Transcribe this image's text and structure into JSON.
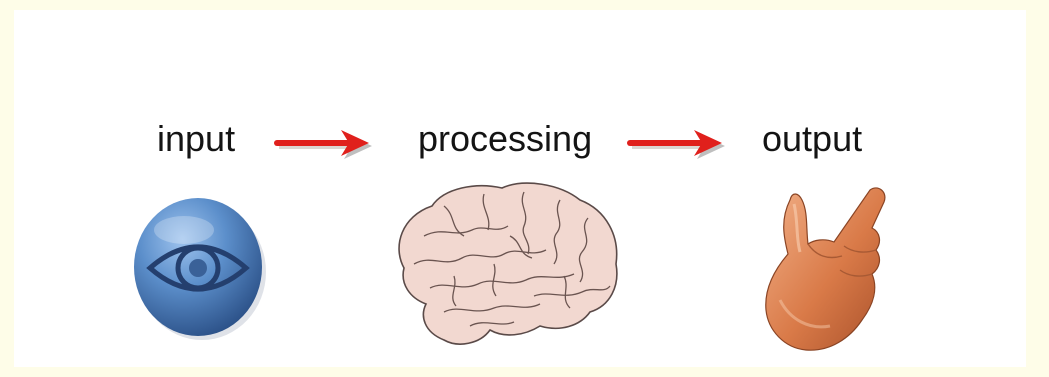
{
  "stages": {
    "input": "input",
    "processing": "processing",
    "output": "output"
  },
  "icons": {
    "input": "eye-icon",
    "processing": "brain-icon",
    "output": "pointing-hand-icon",
    "connector": "arrow-right-icon"
  },
  "colors": {
    "page_background": "#fefde8",
    "panel_background": "#ffffff",
    "arrow": "#e0201c",
    "eye_button": "#4a7fbd",
    "brain": "#f0d4cc",
    "hand": "#d97a48",
    "text": "#141414"
  }
}
